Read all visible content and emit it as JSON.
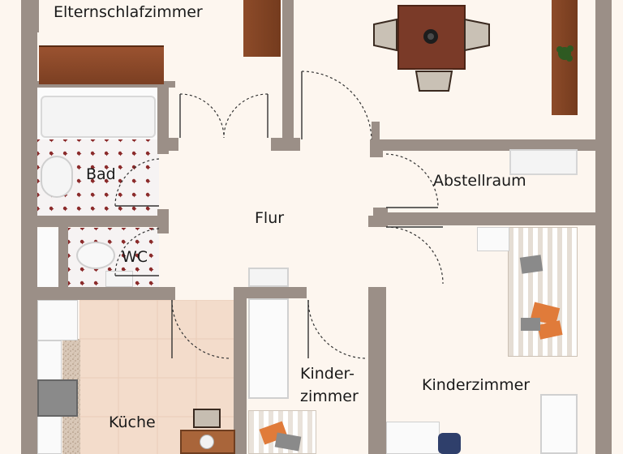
{
  "rooms": {
    "eltern": "Elternschlafzimmer",
    "bad": "Bad",
    "wc": "WC",
    "flur": "Flur",
    "abstell": "Abstellraum",
    "kueche": "Küche",
    "kinder_small_1": "Kinder-",
    "kinder_small_2": "zimmer",
    "kinder_large": "Kinderzimmer"
  },
  "colors": {
    "wall": "#9b8f87",
    "floor": "#fdf6ef",
    "wood": "#8a4a2a",
    "door_arc": "#333333"
  }
}
